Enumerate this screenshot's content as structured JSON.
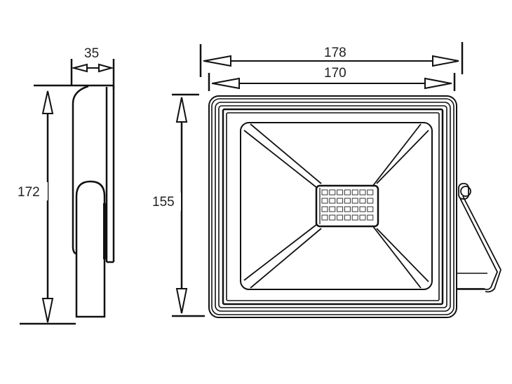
{
  "drawing": {
    "subject": "LED floodlight dimension drawing",
    "units": "mm",
    "line_color": "#111111",
    "text_color": "#222222",
    "background": "#ffffff"
  },
  "side_view": {
    "depth_label": "35",
    "height_label": "172"
  },
  "front_view": {
    "outer_width_label": "178",
    "inner_width_label": "170",
    "height_label": "155",
    "led_grid": {
      "rows": 4,
      "cols": 7
    }
  }
}
